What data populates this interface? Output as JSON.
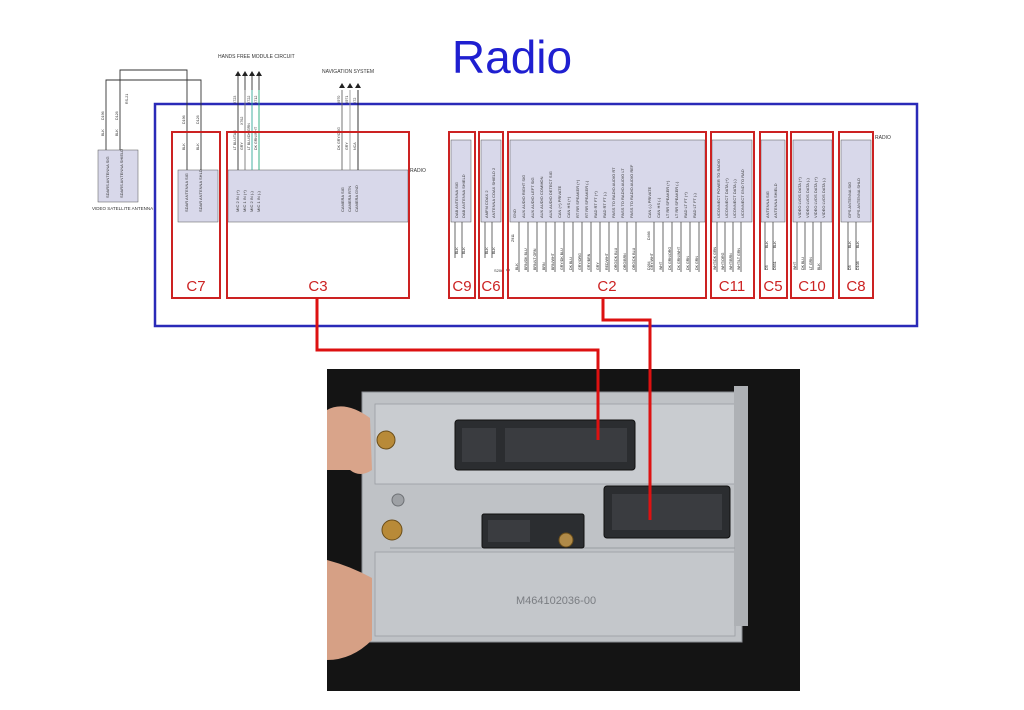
{
  "title": "Radio",
  "module_label": "RADIO",
  "connector_labels": [
    "C7",
    "C3",
    "C9",
    "C6",
    "C2",
    "C11",
    "C5",
    "C10",
    "C8"
  ],
  "annotations": {
    "hands_free": "HANDS FREE MODULE CIRCUIT",
    "navigation": "NAVIGATION SYSTEM",
    "antenna": "VIDEO SATELLITE ANTENNA",
    "part_number": "M464102036-00",
    "splice": "S206"
  },
  "antenna": {
    "pins": [
      "SDARS ANTENNA SIG",
      "SDARS ANTENNA SHIELD"
    ],
    "wire_colors": [
      "BLK",
      "BLK"
    ],
    "circuits": [
      "D196",
      "D126"
    ],
    "relay": "RS-21"
  },
  "pins": {
    "C7": [
      "SDAR ANTENNA SIG",
      "SDAR ANTENNA SHLD"
    ],
    "C3": [
      "MIC 2 IN (+)",
      "MIC 1 IN (+)",
      "MIC 2 IN (-)",
      "MIC 1 IN (-)",
      "CAMERA SIG",
      "CAMERA RTN",
      "CAMERA GND"
    ],
    "C9": [
      "DAB ANTENNA SIG",
      "DAB ANTENNA SHIELD"
    ],
    "C6": [
      "AMFM COAX 2",
      "ANTENNA COAX SHIELD 2"
    ],
    "C2": [
      "GND",
      "AUX AUDIO RIGHT SIG",
      "AUX AUDIO LEFT SIG",
      "AUX AUDIO COMMON",
      "AUX AUDIO DETECT SIG",
      "CAN (+) PRIVATE",
      "CAN HS (+)",
      "RT RR SPEAKER (+)",
      "RT RR SPEAKER (-)",
      "RAD RT FT (+)",
      "RAD RT FT (-)",
      "PASS TO RADIO AUDIO RT",
      "PASS TO RADIO AUDIO LT",
      "PASS TO RADIO AUDIO REF",
      "CAN (-) PRIVATE",
      "CAN HS (-)",
      "LT RR SPEAKER (+)",
      "LT RR SPEAKER (-)",
      "RAD LT FT (+)",
      "RAD LT FT (-)"
    ],
    "C11": [
      "UCONNECT POWER TO RADIO",
      "UCONNECT DATA (+)",
      "UCONNECT DATA (-)",
      "UCONNECT GND TO RAD"
    ],
    "C5": [
      "ANTENNA SIG",
      "ANTENNA SHIELD"
    ],
    "C10": [
      "VIDEO LVDS DATA (+)",
      "VIDEO LVDS DATA (-)",
      "VIDEO LVDS DATA (+)",
      "VIDEO LVDS DATA (-)"
    ],
    "C8": [
      "GPS ANTENNA SIG",
      "GPS ANTENNA SHLD"
    ]
  },
  "wires": {
    "C7": [
      "BLK",
      "BLK"
    ],
    "C3": [
      "LT BLU/TAN",
      "GRY",
      "LT BLU/DK GRN",
      "DK GRN/WHT",
      "DK GRY/ORG",
      "GRY",
      "NCA"
    ],
    "C9": [
      "BLK",
      "BLK"
    ],
    "C6": [
      "BLK",
      "BLK"
    ],
    "C2": [
      "BLK",
      "BRN/DK BLU",
      "BRN/LT GRN",
      "BRN",
      "BRN/WHT",
      "GRY/DK BLU",
      "DK BLU",
      "GRY/ORG",
      "GRY/BRN",
      "GRY",
      "RED/WHT",
      "ORG/DK BLU",
      "ORG/BRN",
      "ORG/DK BLU",
      "GRY/WHT",
      "WHT",
      "DK GRN/ORG",
      "DK GRN/WHT",
      "DK GRN",
      "DK GRN"
    ],
    "C11": [
      "WHT/DK GRN",
      "WHT/ORG",
      "WHT/BRN",
      "WHT/LT GRN"
    ],
    "C5": [
      "BLK",
      "BLK"
    ],
    "C10": [
      "WHT",
      "DK BLU",
      "LT GRN",
      "BLK"
    ],
    "C8": [
      "BLK",
      "BLK"
    ]
  },
  "circuits": {
    "C7": [
      "D196",
      "D126"
    ],
    "C3": [
      "X723",
      "X762",
      "X722",
      "X712",
      "X970",
      "X971",
      "X72"
    ],
    "C2": [
      "Z911",
      "D466",
      "D264"
    ],
    "C5": [
      "D5",
      "D631"
    ],
    "C8": [
      "D5",
      "D108"
    ]
  },
  "colors": {
    "title": "#1f1fd0",
    "radio_outline": "#2a2ab8",
    "connector_outline": "#cc2222",
    "link_line": "#dd1111",
    "pin_fill": "#d8d8ea"
  }
}
